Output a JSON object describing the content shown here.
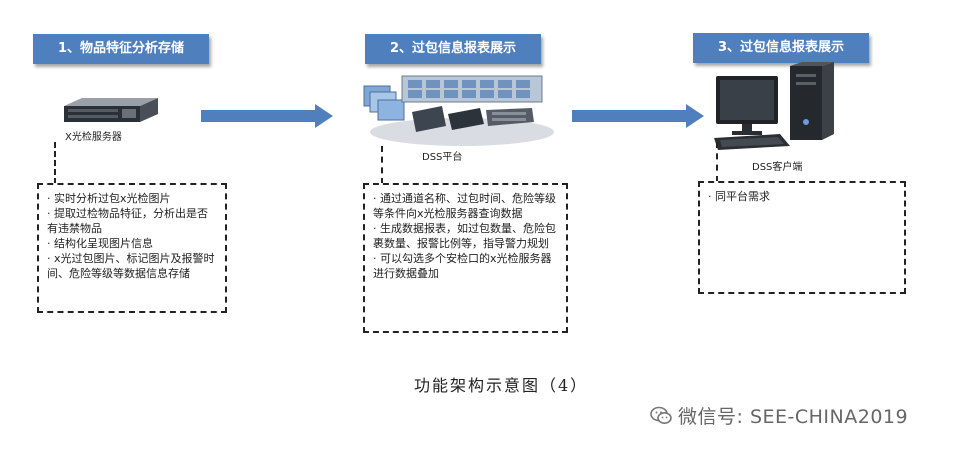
{
  "steps": [
    {
      "title": "1、物品特征分析存储",
      "device_label": "X光检服务器",
      "items": [
        "· 实时分析过包x光检图片",
        "· 提取过检物品特征，分析出是否有违禁物品",
        "· 结构化呈现图片信息",
        "· x光过包图片、标记图片及报警时间、危险等级等数据信息存储"
      ]
    },
    {
      "title": "2、过包信息报表展示",
      "device_label": "DSS平台",
      "items": [
        "· 通过通道名称、过包时间、危险等级等条件向x光检服务器查询数据",
        "· 生成数据报表，如过包数量、危险包裹数量、报警比例等，指导警力规划",
        "· 可以勾选多个安检口的x光检服务器进行数据叠加"
      ]
    },
    {
      "title": "3、过包信息报表展示",
      "device_label": "DSS客户端",
      "items": [
        "· 同平台需求"
      ]
    }
  ],
  "caption": "功能架构示意图（4）",
  "watermark": "微信号: SEE-CHINA2019",
  "colors": {
    "header": "#4f80bd",
    "arrow": "#4f80bd",
    "border": "#222222"
  }
}
